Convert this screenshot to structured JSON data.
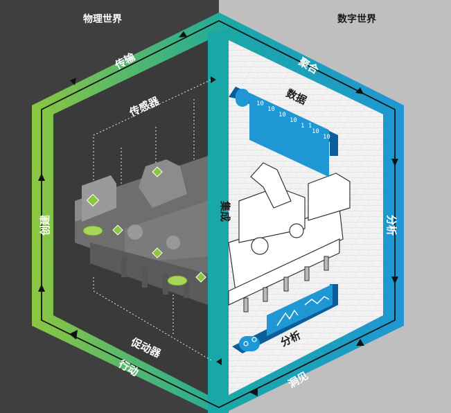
{
  "titles": {
    "physical": "物理世界",
    "digital": "数字世界"
  },
  "steps": {
    "transmit": "传输",
    "aggregate": "聚合",
    "analyze": "分析",
    "insight": "洞见",
    "act": "行动",
    "create": "创建",
    "integrate": "集成"
  },
  "labels": {
    "sensors": "传感器",
    "actuators": "促动器",
    "data": "数据",
    "analytics": "分析"
  },
  "data_glyphs": [
    "10",
    "10",
    "10",
    "10",
    "1 1",
    "10",
    "10"
  ],
  "colors": {
    "physical_bg": "#3f3f3f",
    "digital_bg": "#bfbfbf",
    "green": "#8cc63f",
    "teal": "#1aa7a8",
    "blue": "#1f97d4",
    "dark_blue": "#0a5e9c"
  }
}
